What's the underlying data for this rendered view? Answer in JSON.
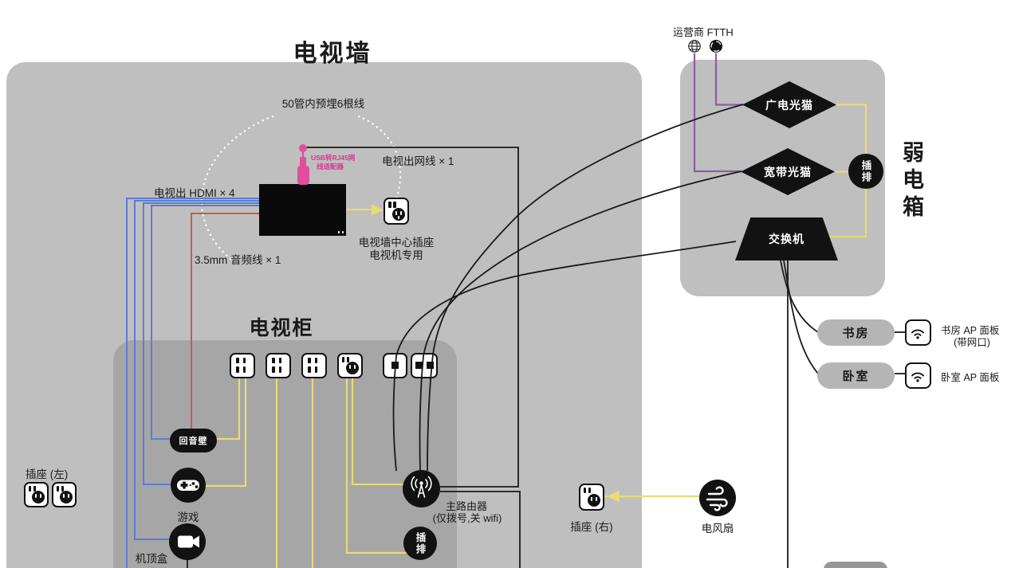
{
  "tv_wall": {
    "title": "电视墙",
    "conduit_label": "50管内预埋6根线",
    "adapter_label_line1": "USB转RJ45网",
    "adapter_label_line2": "线适配器",
    "net_out_label": "电视出网线 × 1",
    "hdmi_out_label": "电视出 HDMI × 4",
    "audio_label": "3.5mm 音频线 × 1",
    "center_socket_line1": "电视墙中心插座",
    "center_socket_line2": "电视机专用",
    "left_socket_label": "插座 (左)",
    "right_socket_label": "插座 (右)",
    "fan_label": "电风扇"
  },
  "tv_cabinet": {
    "title": "电视柜",
    "soundbar": "回音壁",
    "game": "游戏",
    "set_top_box": "机顶盒",
    "router_line1": "主路由器",
    "router_line2": "(仅拨号,关 wifi)",
    "power_strip": "插排"
  },
  "weak_box": {
    "title": "弱电箱",
    "isp_label": "运营商 FTTH",
    "catv_modem": "广电光猫",
    "broadband_modem": "宽带光猫",
    "power_strip": "插排",
    "switch": "交换机"
  },
  "rooms": {
    "study": "书房",
    "study_ap_line1": "书房 AP 面板",
    "study_ap_line2": "(带网口)",
    "bedroom": "卧室",
    "bedroom_ap": "卧室 AP 面板"
  },
  "icons": {
    "isp_internet": "globe-icon",
    "isp_fiber": "aperture-icon",
    "study_ap": "wifi-icon",
    "bedroom_ap": "wifi-icon",
    "game": "gamepad-icon",
    "set_top_box": "video-camera-icon",
    "router": "antenna-icon",
    "fan": "wind-icon"
  },
  "colors": {
    "hdmi_blue": "#5b7cd6",
    "audio_red": "#c05f4e",
    "power_yellow": "#e9dc72",
    "fiber_purple": "#8a5fa0",
    "usb_pink": "#df4f9e",
    "wall_gray": "#bfbfbf",
    "cabinet_gray": "#a6a6a6",
    "node_black": "#121212"
  }
}
